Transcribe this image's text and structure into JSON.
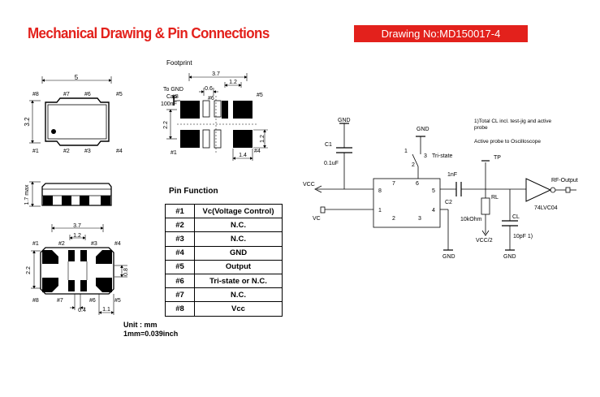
{
  "header": {
    "title": "Mechanical Drawing & Pin Connections",
    "drawing_no": "Drawing No:MD150017-4"
  },
  "top_view": {
    "dim_width": "5",
    "dim_height": "3.2",
    "pins": [
      "#1",
      "#2",
      "#3",
      "#4",
      "#5",
      "#6",
      "#7",
      "#8"
    ]
  },
  "side_view": {
    "dim_height": "1.7 max"
  },
  "bottom_view": {
    "dim_width": "3.7",
    "dim_pitch": "1.2",
    "dim_height": "2.2",
    "dim_pad": "0.8",
    "dim_pad_w": "0.4",
    "dim_edge": "1.1",
    "pins": [
      "#1",
      "#2",
      "#3",
      "#4",
      "#5",
      "#6",
      "#7",
      "#8"
    ]
  },
  "footprint": {
    "title": "Footprint",
    "to_gnd": "To GND",
    "cap": "Cap",
    "cap_value": "100nF",
    "dim_width": "3.7",
    "dim_06": "0.6",
    "dim_12": "1.2",
    "dim_22": "2.2",
    "dim_14": "1.4",
    "dim_12b": "1.2",
    "pins": [
      "#8",
      "#6",
      "#5",
      "#1",
      "#4"
    ]
  },
  "pin_function": {
    "title": "Pin Function",
    "rows": [
      {
        "pin": "#1",
        "function": "Vc(Voltage Control)"
      },
      {
        "pin": "#2",
        "function": "N.C."
      },
      {
        "pin": "#3",
        "function": "N.C."
      },
      {
        "pin": "#4",
        "function": "GND"
      },
      {
        "pin": "#5",
        "function": "Output"
      },
      {
        "pin": "#6",
        "function": "Tri-state or N.C."
      },
      {
        "pin": "#7",
        "function": "N.C."
      },
      {
        "pin": "#8",
        "function": "Vcc"
      }
    ]
  },
  "units": {
    "line1": "Unit : mm",
    "line2": "1mm=0.039inch"
  },
  "schematic": {
    "gnd": "GND",
    "c1": "C1",
    "c1_value": "0.1uF",
    "vcc": "VCC",
    "vc": "VC",
    "tri_state": "Tri-state",
    "sw1": "1",
    "sw3": "3",
    "sw2": "2",
    "pin8": "8",
    "pin7": "7",
    "pin6": "6",
    "pin5": "5",
    "pin4": "4",
    "pin1": "1",
    "pin2": "2",
    "pin3": "3",
    "c2": "C2",
    "c2_value": "1nF",
    "tp": "TP",
    "rl": "RL",
    "rl_value": "10kOhm",
    "vcc2": "VCC/2",
    "cl": "CL",
    "cl_value": "10pF 1)",
    "buffer": "74LVC04",
    "rf_output": "RF-Output",
    "note1": "1)Total CL incl. test-jig and active",
    "note1b": "probe",
    "note2": "Active probe to Oscilloscope"
  }
}
